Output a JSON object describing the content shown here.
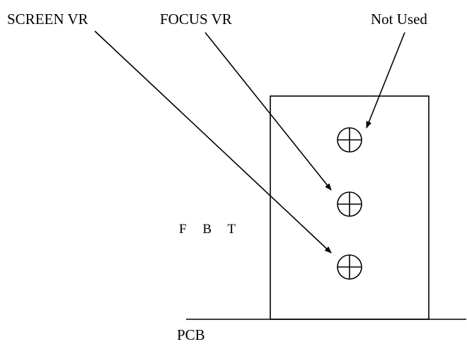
{
  "labels": {
    "screen_vr": "SCREEN VR",
    "focus_vr": "FOCUS VR",
    "not_used": "Not Used",
    "fbt": "F B T",
    "pcb": "PCB"
  },
  "colors": {
    "line": "#000000",
    "background": "#ffffff"
  }
}
